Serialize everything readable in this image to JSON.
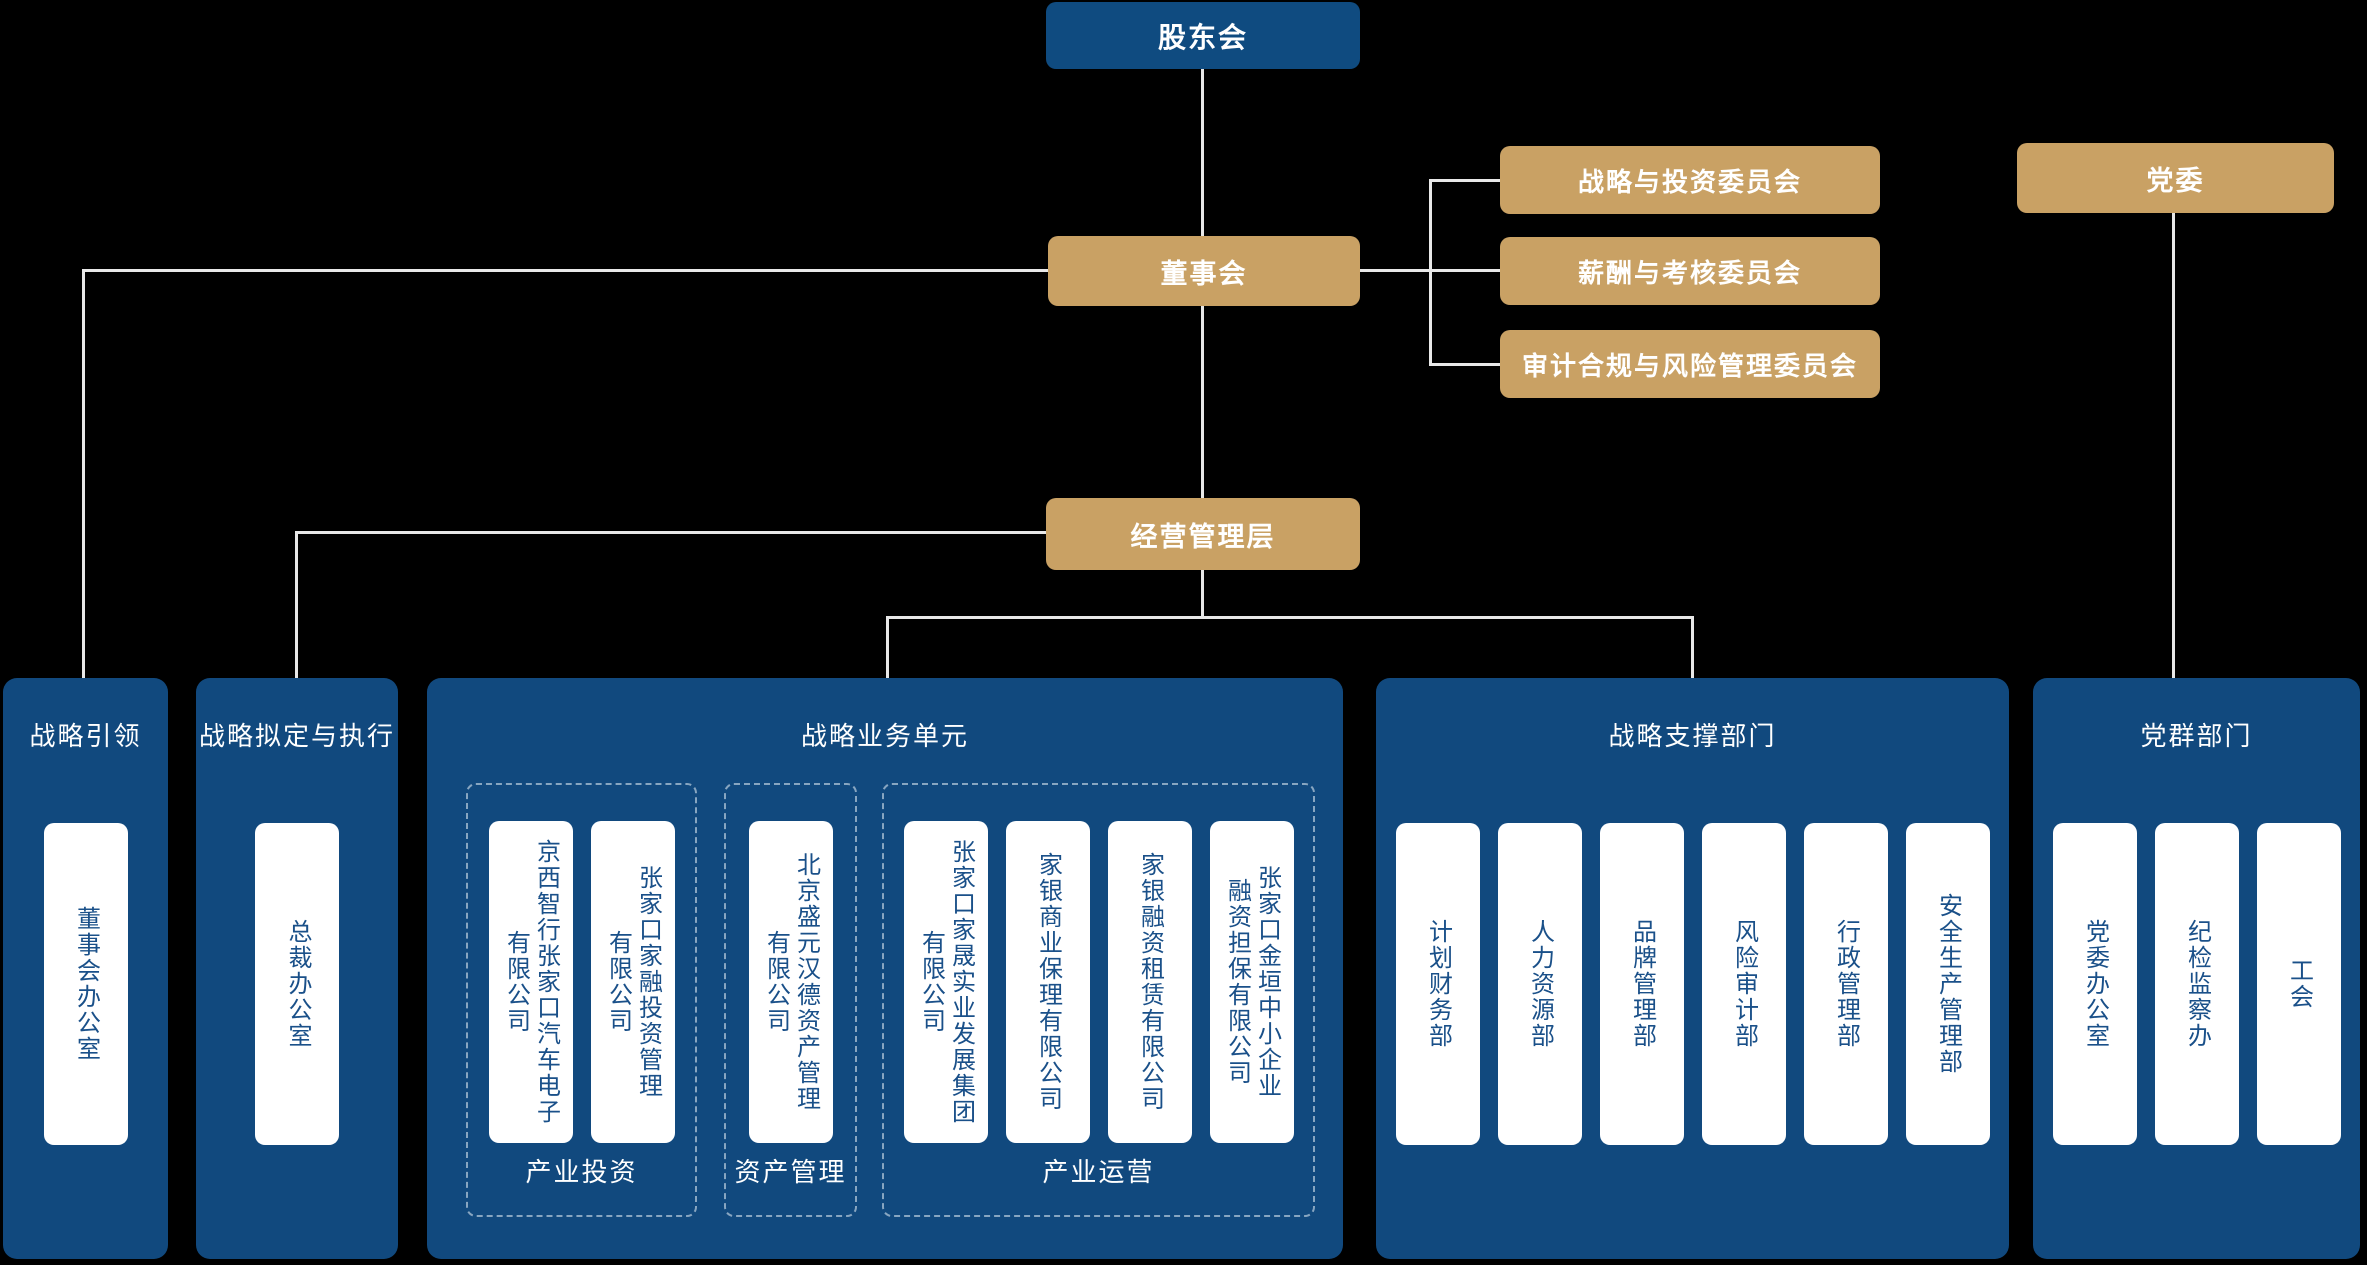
{
  "nodes": {
    "shareholders": "股东会",
    "board": "董事会",
    "management": "经营管理层",
    "party": "党委",
    "committees": [
      "战略与投资委员会",
      "薪酬与考核委员会",
      "审计合规与风险管理委员会"
    ]
  },
  "panels": {
    "leadership": {
      "title": "战略引领",
      "items": [
        "董事会办公室"
      ]
    },
    "planning": {
      "title": "战略拟定与执行",
      "items": [
        "总裁办公室"
      ]
    },
    "business": {
      "title": "战略业务单元",
      "groups": [
        {
          "label": "产业投资",
          "companies": [
            "京西智行张家口汽车电子\n有限公司",
            "张家口家融投资管理\n有限公司"
          ]
        },
        {
          "label": "资产管理",
          "companies": [
            "北京盛元汉德资产管理\n有限公司"
          ]
        },
        {
          "label": "产业运营",
          "companies": [
            "张家口家晟实业发展集团\n有限公司",
            "家银商业保理有限公司",
            "家银融资租赁有限公司",
            "张家口金垣中小企业\n融资担保有限公司"
          ]
        }
      ]
    },
    "support": {
      "title": "战略支撑部门",
      "items": [
        "计划财务部",
        "人力资源部",
        "品牌管理部",
        "风险审计部",
        "行政管理部",
        "安全生产管理部"
      ]
    },
    "party_mass": {
      "title": "党群部门",
      "items": [
        "党委办公室",
        "纪检监察办",
        "工会"
      ]
    }
  },
  "colors": {
    "navy": "#0F4B80",
    "panel_navy": "#11497E",
    "gold": "#C9A164",
    "line": "#E8E8E8",
    "card_text": "#1A5089",
    "background": "#000000"
  }
}
